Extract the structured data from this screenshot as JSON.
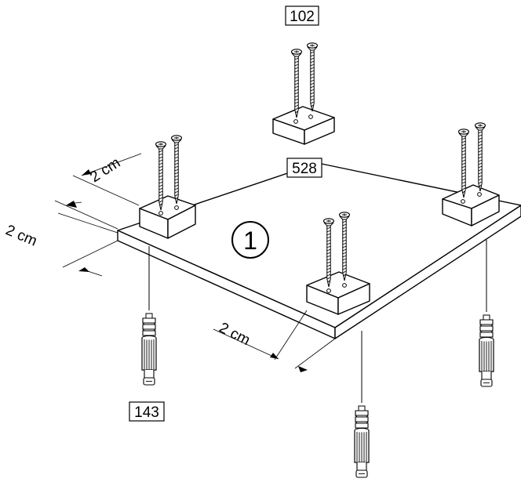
{
  "step_number": "1",
  "dimension_label": "2 cm",
  "part_labels": {
    "screws": "102",
    "blocks": "528",
    "dowels": "143"
  },
  "dimensions": [
    {
      "label": "2 cm",
      "edge": "left-top"
    },
    {
      "label": "2 cm",
      "edge": "left-side"
    },
    {
      "label": "2 cm",
      "edge": "front"
    }
  ]
}
